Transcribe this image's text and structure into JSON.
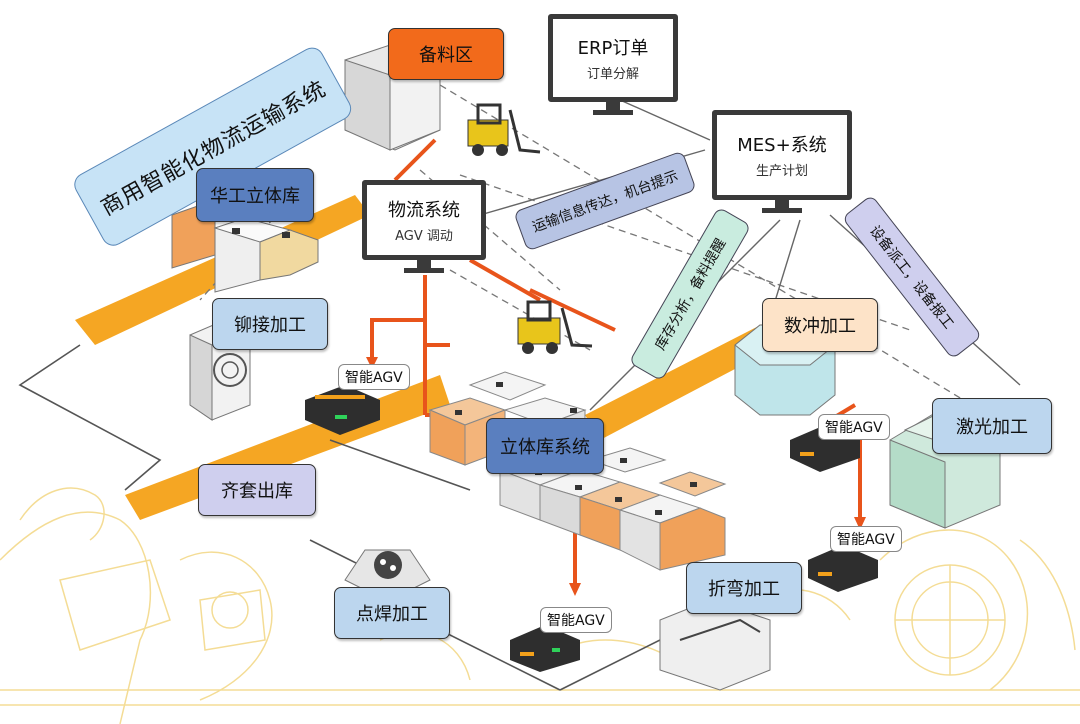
{
  "title": "商用智能化物流运输系统",
  "boxes": {
    "beiliao": "备料区",
    "huagong": "华工立体库",
    "maojie": "铆接加工",
    "qitao": "齐套出库",
    "dianhan": "点焊加工",
    "liti": "立体库系统",
    "shuchong": "数冲加工",
    "jiguang": "激光加工",
    "zhewan": "折弯加工"
  },
  "monitors": {
    "erp": {
      "title": "ERP订单",
      "sub": "订单分解"
    },
    "mes": {
      "title": "MES+系统",
      "sub": "生产计划"
    },
    "wuliu": {
      "title": "物流系统",
      "sub": "AGV 调动"
    }
  },
  "tags": {
    "yunshu": "运输信息传达，机台提示",
    "kucun": "库存分析，备料提醒",
    "shebei": "设备派工，设备报工"
  },
  "agv_label": "智能AGV",
  "colors": {
    "arrow_orange": "#e8541b",
    "belt_orange": "#f5a623",
    "box_orange": "#f0a15a",
    "box_grey": "#e6e6e6"
  }
}
